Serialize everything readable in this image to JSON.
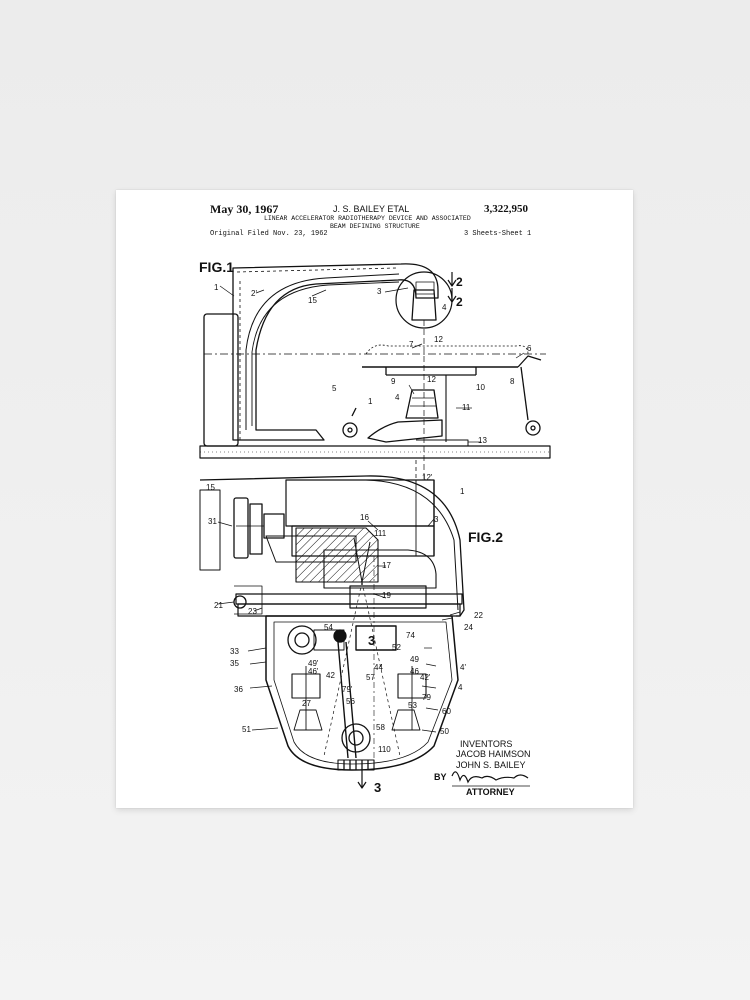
{
  "patent": {
    "date": "May 30, 1967",
    "inventor_short": "J. S. BAILEY ETAL",
    "number": "3,322,950",
    "title_line1": "LINEAR ACCELERATOR RADIOTHERAPY DEVICE AND ASSOCIATED",
    "title_line2": "BEAM DEFINING STRUCTURE",
    "filed": "Original Filed Nov. 23, 1962",
    "sheets": "3 Sheets-Sheet 1"
  },
  "figures": {
    "fig1_label": "FIG.1",
    "fig2_label": "FIG.2",
    "section_mark": "2",
    "section_mark_lower": "3"
  },
  "fig1_refs": {
    "r1": "1",
    "r2p": "2'",
    "r15": "15",
    "r3": "3",
    "r4": "4",
    "r5": "5",
    "r6": "6",
    "r7": "7",
    "r8": "8",
    "r9": "9",
    "r10": "10",
    "r11": "11",
    "r12": "12",
    "r12b": "12",
    "r12p": "12'",
    "r13": "13",
    "r1b": "1",
    "r4b": "4"
  },
  "fig2_refs": {
    "r15": "15",
    "r31": "31",
    "r16": "16",
    "r111": "111",
    "r3": "3",
    "r1": "1",
    "r17": "17",
    "r19": "19",
    "r21": "21",
    "r23": "23",
    "r22": "22",
    "r24": "24",
    "r33": "33",
    "r35": "35",
    "r36": "36",
    "r54": "54",
    "r74": "74",
    "r52": "52",
    "r49": "49",
    "r49p": "49'",
    "r46": "46",
    "r46p": "46'",
    "r44": "44",
    "r42": "42",
    "r42p": "42'",
    "r57": "57",
    "r79p": "79'",
    "r79": "79",
    "r4p": "4'",
    "r4": "4",
    "r27": "27",
    "r56": "56",
    "r53": "53",
    "r60": "60",
    "r51": "51",
    "r58": "58",
    "r50": "50",
    "r110": "110",
    "box3": "3"
  },
  "signature_block": {
    "inventors_heading": "INVENTORS",
    "inventor1": "JACOB HAIMSON",
    "inventor2": "JOHN S. BAILEY",
    "by": "BY",
    "attorney": "ATTORNEY"
  }
}
